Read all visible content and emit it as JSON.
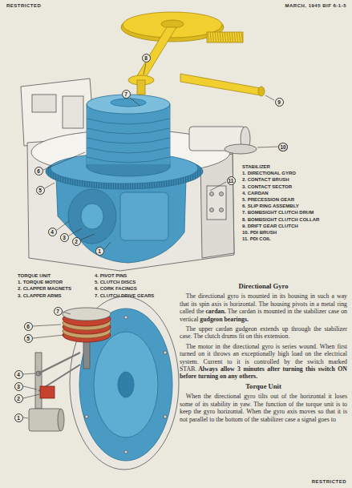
{
  "diagram": {
    "nodes": [
      {
        "text": [
          "8"
        ]
      },
      {
        "text": [
          "7"
        ]
      },
      {
        "text": [
          "9"
        ]
      },
      {
        "text": [
          "10"
        ]
      },
      {
        "text": [
          "6"
        ]
      },
      {
        "text": [
          "11"
        ]
      },
      {
        "text": [
          "5"
        ]
      },
      {
        "text": [
          "4"
        ]
      },
      {
        "text": [
          "3"
        ]
      },
      {
        "text": [
          "2"
        ]
      },
      {
        "text": [
          "1"
        ]
      },
      {
        "text": [
          "7"
        ]
      },
      {
        "text": [
          "6"
        ]
      },
      {
        "text": [
          "5"
        ]
      },
      {
        "text": [
          "4"
        ]
      },
      {
        "text": [
          "3"
        ]
      },
      {
        "text": [
          "2"
        ]
      },
      {
        "text": [
          "1"
        ]
      }
    ],
    "labels": [
      "RESTRICTED",
      "MARCH, 1945 BIF 6-1-5",
      "STABILIZER",
      "1. DIRECTIONAL GYRO",
      "2. CONTACT BRUSH",
      "3. CONTACT SECTOR",
      "4. CARDAN",
      "5. PRECESSION GEAR",
      "6. SLIP RING ASSEMBLY",
      "7. BOMBSIGHT CLUTCH DRUM",
      "8. BOMBSIGHT CLUTCH COLLAR",
      "9. DRIFT GEAR CLUTCH",
      "10. PDI BRUSH",
      "11. PDI COIL",
      "TORQUE UNIT",
      "1. TORQUE MOTOR",
      "2. CLAPPER MAGNETS",
      "3. CLAPPER ARMS",
      "4. PIVOT PINS",
      "5. CLUTCH DISCS",
      "6. CORK FACINGS",
      "7. CLUTCH DRIVE GEARS",
      "Directional Gyro",
      "The directional gyro is mounted in its housing in such a way that its spin axis is horizontal. The housing pivots in a metal ring called the",
      "cardan.",
      "The cardan is mounted in the stabilizer case on vertical",
      "gudgeon bearings.",
      "The upper cardan gudgeon extends up through the stabilizer case. The clutch drums fit on this extension.",
      "The motor in the directional gyro is series wound. When first turned on it throws an exceptionally high load on the electrical system. Current to it is controlled by the switch marked STAB.",
      "Always allow 3 minutes after turning this switch ON before turning on any others.",
      "Torque Unit",
      "When the directional gyro tilts out of the horizontal it loses some of its stability in yaw. The function of the torque unit is to keep the gyro horizontal. When the gyro axis moves so that it is not parallel to the bottom of the stabilizer case a signal goes to",
      "RESTRICTED"
    ]
  }
}
